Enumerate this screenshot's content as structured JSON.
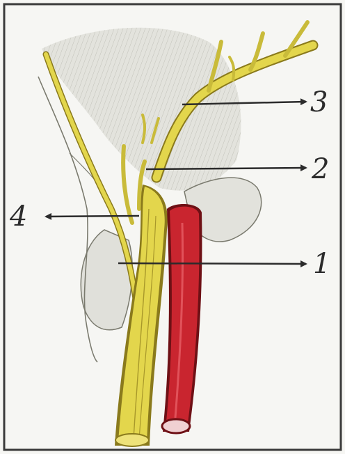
{
  "figure": {
    "labels": [
      {
        "id": "label-1",
        "text": "1"
      },
      {
        "id": "label-2",
        "text": "2"
      },
      {
        "id": "label-3",
        "text": "3"
      },
      {
        "id": "label-4",
        "text": "4"
      }
    ],
    "colors": {
      "paper": "#f6f6f3",
      "frame": "#3a3a3a",
      "nerve_fill": "#e3d64c",
      "nerve_outline": "#8a7a1c",
      "artery_fill": "#c9252f",
      "artery_outline": "#6e1015",
      "fascia": "#d2d2cc",
      "pencil": "#7a7a6e",
      "arrow": "#2b2b2b"
    }
  }
}
